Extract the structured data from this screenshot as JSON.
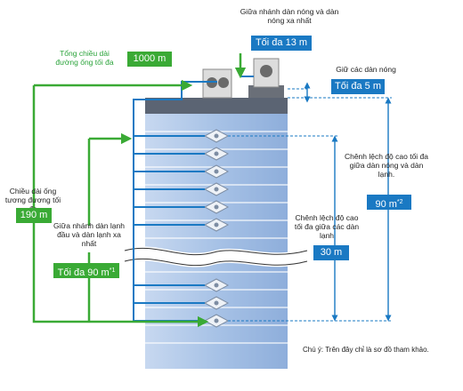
{
  "labels": {
    "total_length": "Tổng chiều dài đường ống tối đa",
    "equivalent_length": "Chiều dài ống tương đương tối đa",
    "first_branch": "Giữa nhánh dàn lạnh đầu và dàn lạnh xa nhất",
    "outdoor_branch": "Giữa nhánh dàn nóng và dàn nóng xa nhất",
    "between_outdoor": "Giữ các dàn nóng",
    "height_outdoor_indoor": "Chênh lệch độ cao tối đa giữa dàn nóng và dàn lạnh.",
    "height_indoor": "Chênh lệch độ cao tối đa giữa các dàn lạnh"
  },
  "values": {
    "total_length": "1000 m",
    "equivalent_length": "190 m",
    "first_branch": "Tối đa 90 m",
    "first_branch_sup": "*1",
    "outdoor_branch": "Tối đa 13 m",
    "between_outdoor": "Tối đa 5 m",
    "height_outdoor_indoor": "90 m",
    "height_outdoor_indoor_sup": "*2",
    "height_indoor": "30 m"
  },
  "note": "Chú ý: Trên đây chỉ là sơ đồ tham khảo.",
  "colors": {
    "green_pipe": "#3aaa35",
    "blue_pipe": "#1a79c3",
    "building": "#a9c3e6",
    "roof": "#5b6473"
  }
}
